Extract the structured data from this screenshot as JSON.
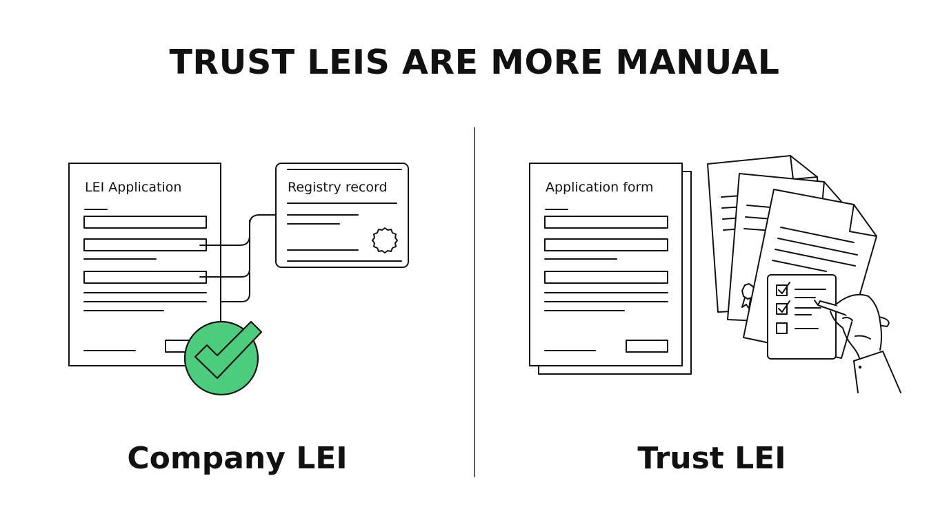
{
  "title": "TRUST LEIS ARE MORE MANUAL",
  "left_panel": {
    "label": "Company LEI",
    "application_doc_title": "LEI Application",
    "registry_card_title": "Registry record",
    "check_color": "#4ccd7e"
  },
  "right_panel": {
    "label": "Trust LEI",
    "form_doc_title": "Application form"
  },
  "icons": [
    "document-icon",
    "registry-card-icon",
    "seal-icon",
    "checkmark-icon",
    "document-stack-icon",
    "checklist-icon",
    "hand-pen-icon"
  ]
}
